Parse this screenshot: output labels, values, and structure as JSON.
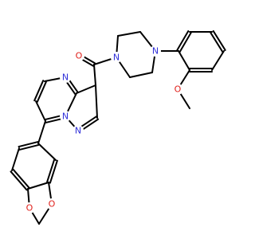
{
  "molecule": {
    "atoms": [
      {
        "id": "o_carbonyl",
        "label": "O",
        "element": "O"
      },
      {
        "id": "n_pip_a",
        "label": "N",
        "element": "N"
      },
      {
        "id": "n_pip_b",
        "label": "N",
        "element": "N"
      },
      {
        "id": "o_methoxy",
        "label": "O",
        "element": "O"
      },
      {
        "id": "n_pyrimidine",
        "label": "N",
        "element": "N"
      },
      {
        "id": "n_bridge",
        "label": "N",
        "element": "N"
      },
      {
        "id": "n_pyrazole",
        "label": "N",
        "element": "N"
      },
      {
        "id": "o_diox_a",
        "label": "O",
        "element": "O"
      },
      {
        "id": "o_diox_b",
        "label": "O",
        "element": "O"
      }
    ]
  },
  "colors": {
    "bond": "#000000",
    "nitrogen": "#2f2fd8",
    "oxygen": "#e0201b",
    "background": "#ffffff"
  }
}
